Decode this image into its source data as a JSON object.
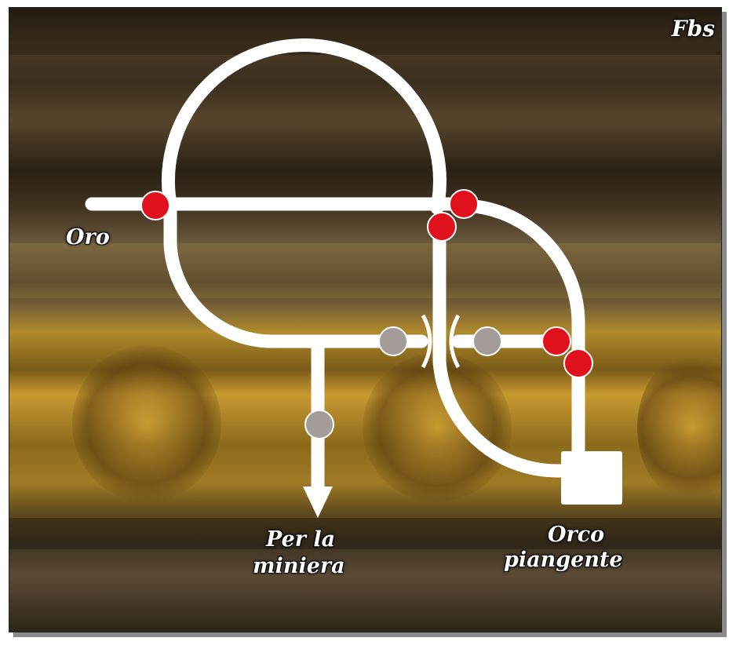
{
  "signature": "Fbs",
  "labels": {
    "start": "Oro",
    "mine_line1": "Per la",
    "mine_line2": "miniera",
    "destination_line1": "Orco",
    "destination_line2": "piangente"
  },
  "legend_colors": {
    "track": "#ffffff",
    "red_node": "#e0101c",
    "gray_node": "#a39c98"
  }
}
